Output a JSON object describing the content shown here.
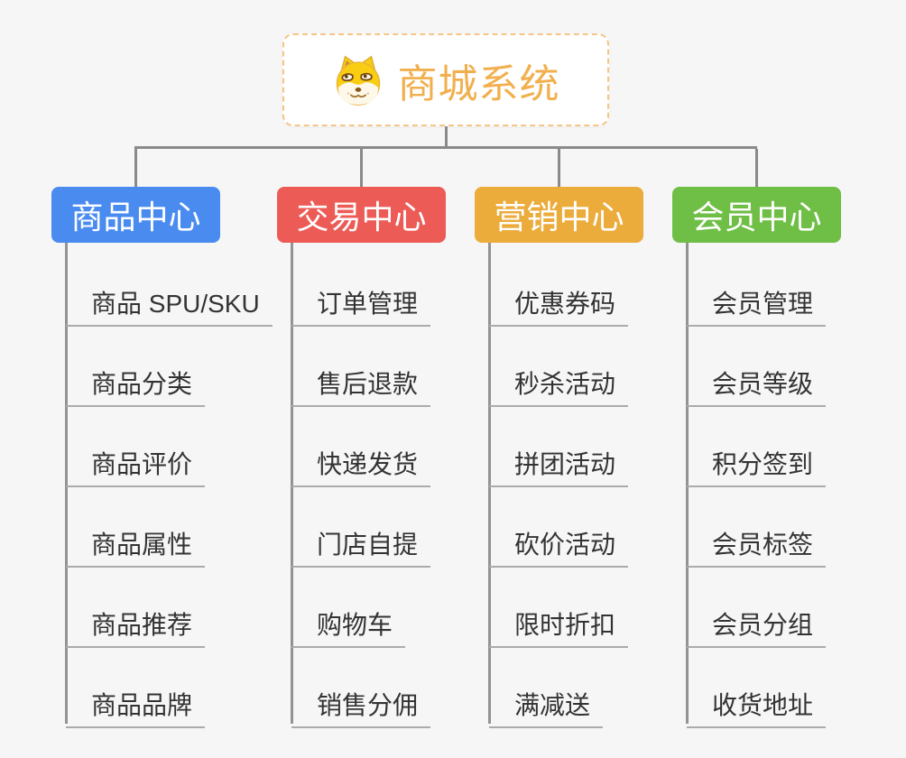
{
  "root": {
    "label": "商城系统",
    "icon": "doge-face-icon",
    "text_color": "#f2af4d",
    "border_color": "#f5c583"
  },
  "connector_color": "#8a8a8a",
  "branches": [
    {
      "id": "product",
      "label": "商品中心",
      "color": "#4a8bf0",
      "items": [
        "商品 SPU/SKU",
        "商品分类",
        "商品评价",
        "商品属性",
        "商品推荐",
        "商品品牌"
      ]
    },
    {
      "id": "trade",
      "label": "交易中心",
      "color": "#ec5b56",
      "items": [
        "订单管理",
        "售后退款",
        "快递发货",
        "门店自提",
        "购物车",
        "销售分佣"
      ]
    },
    {
      "id": "marketing",
      "label": "营销中心",
      "color": "#ebac3c",
      "items": [
        "优惠券码",
        "秒杀活动",
        "拼团活动",
        "砍价活动",
        "限时折扣",
        "满减送"
      ]
    },
    {
      "id": "member",
      "label": "会员中心",
      "color": "#6fbe45",
      "items": [
        "会员管理",
        "会员等级",
        "积分签到",
        "会员标签",
        "会员分组",
        "收货地址"
      ]
    }
  ]
}
